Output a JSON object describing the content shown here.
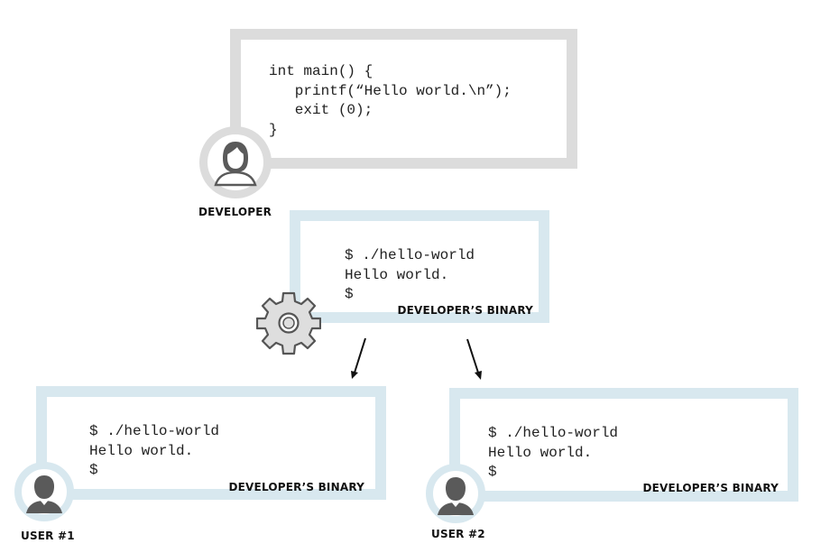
{
  "developer": {
    "code_lines": [
      "int main() {",
      "   printf(“Hello world.\\n”);",
      "   exit (0);",
      "}"
    ],
    "label": "DEVELOPER"
  },
  "developer_terminal": {
    "lines": [
      "$ ./hello-world",
      "Hello world.",
      "$"
    ],
    "tag": "DEVELOPER’S BINARY"
  },
  "user1_terminal": {
    "lines": [
      "$ ./hello-world",
      "Hello world.",
      "$"
    ],
    "tag": "DEVELOPER’S BINARY",
    "label": "USER #1"
  },
  "user2_terminal": {
    "lines": [
      "$ ./hello-world",
      "Hello world.",
      "$"
    ],
    "tag": "DEVELOPER’S BINARY",
    "label": "USER #2"
  },
  "icons": {
    "developer_avatar": "female-person-icon",
    "user_avatar": "person-icon",
    "build": "gear-icon",
    "distribution": "arrow-down-icon"
  },
  "colors": {
    "source_frame": "#dcdcdc",
    "binary_frame": "#d8e8ef",
    "avatar_fill": "#5a5a5a"
  }
}
